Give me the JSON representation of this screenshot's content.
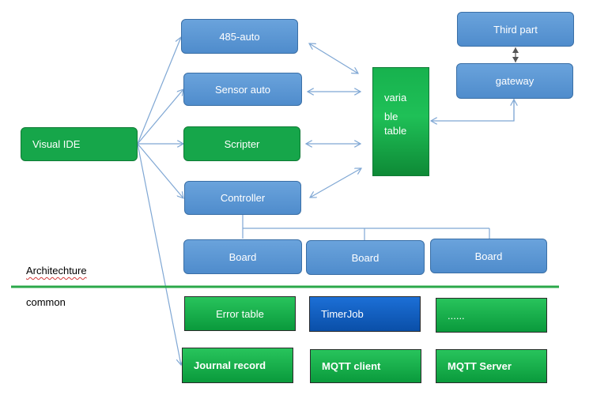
{
  "colors": {
    "box_blue": "#5b9bd5",
    "box_green": "#16a64a",
    "connector": "#7fa7d4",
    "divider": "#2ba84a",
    "module_blue": "#1561c4"
  },
  "architecture": {
    "visual_ide": "Visual IDE",
    "auto485": "485-auto",
    "sensor_auto": "Sensor auto",
    "scripter": "Scripter",
    "controller": "Controller",
    "variable_table": [
      "varia",
      "ble",
      "table"
    ],
    "third_part": "Third part",
    "gateway": "gateway",
    "boards": [
      "Board",
      "Board",
      "Board"
    ],
    "section_label": "Architechture"
  },
  "common": {
    "section_label": "common",
    "modules": [
      "Error table",
      "TimerJob",
      "......",
      "Journal record",
      "MQTT client",
      "MQTT Server"
    ]
  }
}
